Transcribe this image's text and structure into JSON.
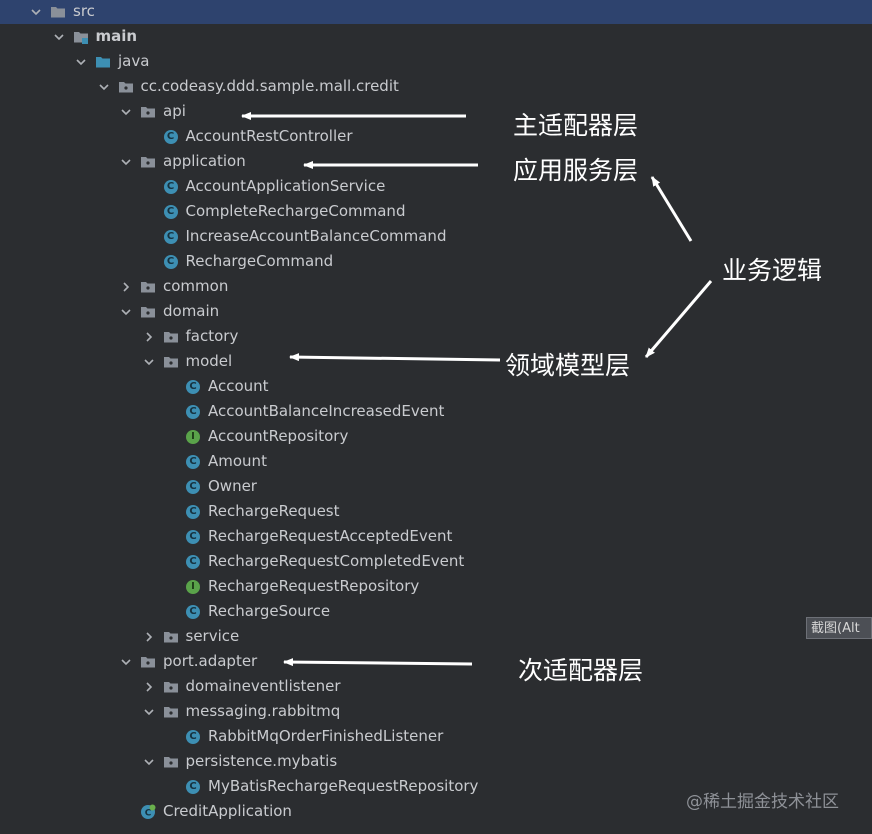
{
  "tree": [
    {
      "label": "src",
      "depth": 0,
      "icon": "folder-icon",
      "expanded": true,
      "selected": true
    },
    {
      "label": "main",
      "depth": 1,
      "icon": "source-root-folder-icon",
      "expanded": true,
      "bold": true
    },
    {
      "label": "java",
      "depth": 2,
      "icon": "source-folder-icon",
      "expanded": true
    },
    {
      "label": "cc.codeasy.ddd.sample.mall.credit",
      "depth": 3,
      "icon": "package-icon",
      "expanded": true
    },
    {
      "label": "api",
      "depth": 4,
      "icon": "package-icon",
      "expanded": true
    },
    {
      "label": "AccountRestController",
      "depth": 5,
      "icon": "class-icon"
    },
    {
      "label": "application",
      "depth": 4,
      "icon": "package-icon",
      "expanded": true
    },
    {
      "label": "AccountApplicationService",
      "depth": 5,
      "icon": "class-icon"
    },
    {
      "label": "CompleteRechargeCommand",
      "depth": 5,
      "icon": "class-icon"
    },
    {
      "label": "IncreaseAccountBalanceCommand",
      "depth": 5,
      "icon": "class-icon"
    },
    {
      "label": "RechargeCommand",
      "depth": 5,
      "icon": "class-icon"
    },
    {
      "label": "common",
      "depth": 4,
      "icon": "package-icon",
      "expanded": false
    },
    {
      "label": "domain",
      "depth": 4,
      "icon": "package-icon",
      "expanded": true
    },
    {
      "label": "factory",
      "depth": 5,
      "icon": "package-icon",
      "expanded": false
    },
    {
      "label": "model",
      "depth": 5,
      "icon": "package-icon",
      "expanded": true
    },
    {
      "label": "Account",
      "depth": 6,
      "icon": "class-icon"
    },
    {
      "label": "AccountBalanceIncreasedEvent",
      "depth": 6,
      "icon": "class-icon"
    },
    {
      "label": "AccountRepository",
      "depth": 6,
      "icon": "interface-icon"
    },
    {
      "label": "Amount",
      "depth": 6,
      "icon": "class-icon"
    },
    {
      "label": "Owner",
      "depth": 6,
      "icon": "class-icon"
    },
    {
      "label": "RechargeRequest",
      "depth": 6,
      "icon": "class-icon"
    },
    {
      "label": "RechargeRequestAcceptedEvent",
      "depth": 6,
      "icon": "class-icon"
    },
    {
      "label": "RechargeRequestCompletedEvent",
      "depth": 6,
      "icon": "class-icon"
    },
    {
      "label": "RechargeRequestRepository",
      "depth": 6,
      "icon": "interface-icon"
    },
    {
      "label": "RechargeSource",
      "depth": 6,
      "icon": "class-icon"
    },
    {
      "label": "service",
      "depth": 5,
      "icon": "package-icon",
      "expanded": false
    },
    {
      "label": "port.adapter",
      "depth": 4,
      "icon": "package-icon",
      "expanded": true
    },
    {
      "label": "domaineventlistener",
      "depth": 5,
      "icon": "package-icon",
      "expanded": false
    },
    {
      "label": "messaging.rabbitmq",
      "depth": 5,
      "icon": "package-icon",
      "expanded": true
    },
    {
      "label": "RabbitMqOrderFinishedListener",
      "depth": 6,
      "icon": "class-icon"
    },
    {
      "label": "persistence.mybatis",
      "depth": 5,
      "icon": "package-icon",
      "expanded": true
    },
    {
      "label": "MyBatisRechargeRequestRepository",
      "depth": 6,
      "icon": "class-icon"
    },
    {
      "label": "CreditApplication",
      "depth": 4,
      "icon": "spring-boot-class-icon"
    }
  ],
  "annotations": {
    "primary_adapter": "主适配器层",
    "application_service": "应用服务层",
    "business_logic": "业务逻辑",
    "domain_model": "领域模型层",
    "secondary_adapter": "次适配器层"
  },
  "tooltip": "截图(Alt",
  "watermark": "@稀土掘金技术社区",
  "colors": {
    "background": "#2b2d30",
    "selected_row": "#2e436e",
    "text": "#c9cbcf",
    "class_icon": "#3d8fb3",
    "interface_icon": "#5aa34a",
    "annotation": "#ffffff"
  }
}
